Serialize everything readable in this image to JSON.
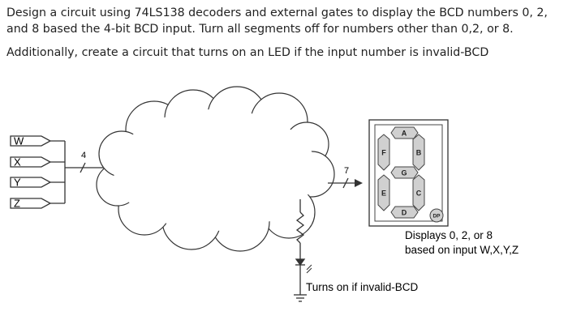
{
  "problem": {
    "paragraph1": "Design a circuit using 74LS138 decoders and external gates to display the BCD numbers 0, 2, and 8 based the 4-bit BCD input. Turn all segments off for numbers other than 0,2, or 8.",
    "paragraph2": "Additionally, create a circuit that turns on an LED if the input number is invalid-BCD"
  },
  "inputs": [
    "W",
    "X",
    "Y",
    "Z"
  ],
  "input_bus_width": "4",
  "output_bus_width": "7",
  "segments": [
    "A",
    "B",
    "C",
    "D",
    "E",
    "F",
    "G"
  ],
  "decimal_point": "DP",
  "display_caption_line1": "Displays 0, 2, or 8",
  "display_caption_line2": "based on input W,X,Y,Z",
  "led_caption": "Turns on if invalid-BCD",
  "colors": {
    "segment_fill": "#d0d0d0",
    "stroke": "#333333",
    "background": "#ffffff"
  }
}
